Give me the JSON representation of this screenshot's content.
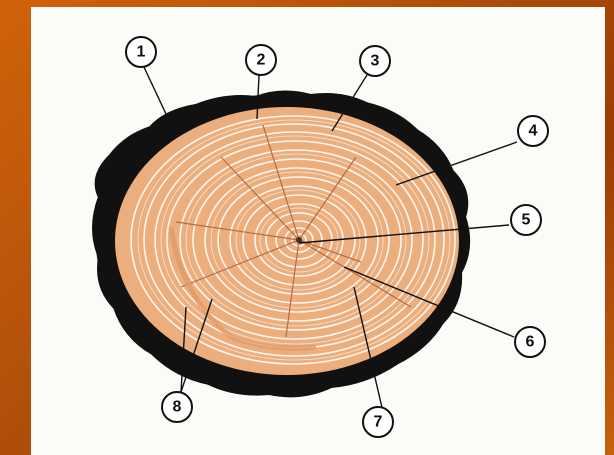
{
  "colors": {
    "background_frame": "#b5520a",
    "paper": "#fbfbf8",
    "wood": "#ecae7c",
    "ring_line": "#ffffff",
    "bark": "#111111",
    "ink": "#111111"
  },
  "callouts": [
    {
      "label": "1"
    },
    {
      "label": "2"
    },
    {
      "label": "3"
    },
    {
      "label": "4"
    },
    {
      "label": "5"
    },
    {
      "label": "6"
    },
    {
      "label": "7"
    },
    {
      "label": "8"
    }
  ]
}
